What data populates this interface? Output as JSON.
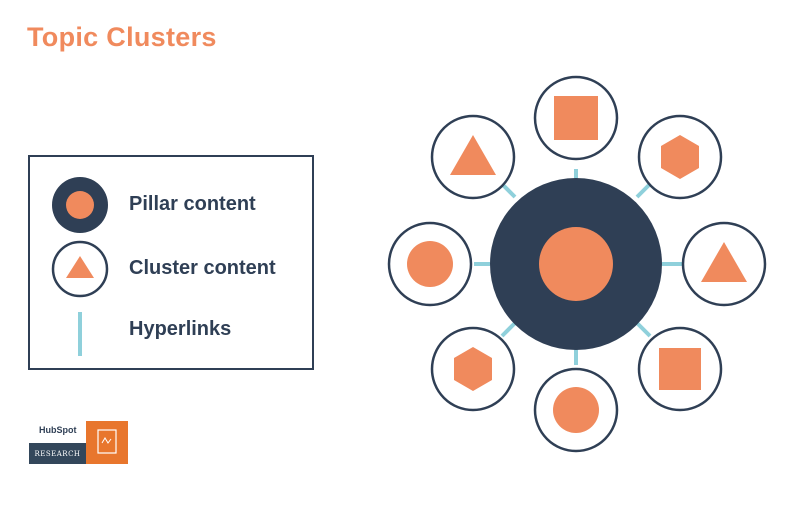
{
  "title": "Topic Clusters",
  "legend": {
    "pillar_label": "Pillar content",
    "cluster_label": "Cluster content",
    "link_label": "Hyperlinks"
  },
  "colors": {
    "accent": "#F08A5D",
    "dark": "#2F3F55",
    "link": "#8FD0DB",
    "badge_orange": "#E8762D"
  },
  "diagram": {
    "pillar": {
      "shape": "circle"
    },
    "clusters": [
      {
        "position": "top",
        "shape": "square"
      },
      {
        "position": "top-right",
        "shape": "hexagon"
      },
      {
        "position": "right",
        "shape": "triangle"
      },
      {
        "position": "bottom-right",
        "shape": "square"
      },
      {
        "position": "bottom",
        "shape": "circle"
      },
      {
        "position": "bottom-left",
        "shape": "hexagon"
      },
      {
        "position": "left",
        "shape": "circle"
      },
      {
        "position": "top-left",
        "shape": "triangle"
      }
    ]
  },
  "badge": {
    "brand": "HubSpot",
    "label": "RESEARCH"
  }
}
